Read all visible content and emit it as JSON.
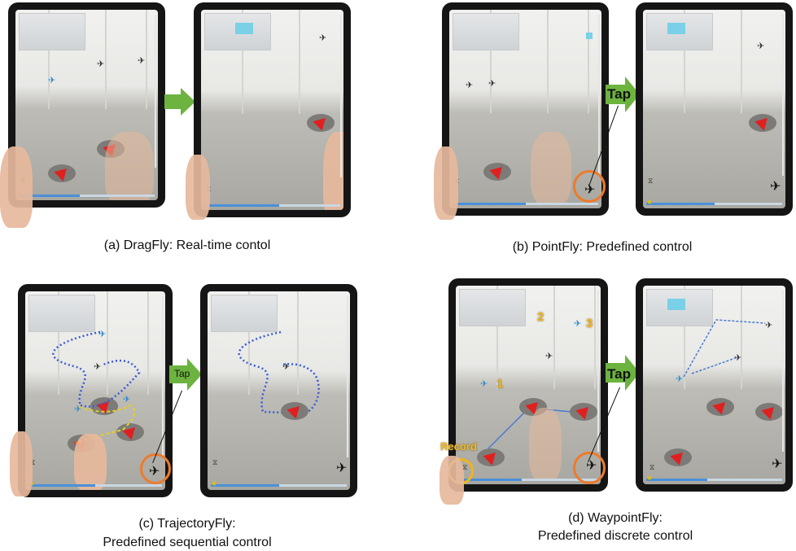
{
  "panels": {
    "a": {
      "caption": "(a) DragFly: Real-time contol"
    },
    "b": {
      "caption": "(b) PointFly:  Predefined control",
      "arrow_label": "Tap"
    },
    "c": {
      "caption_line1": "(c) TrajectoryFly:",
      "caption_line2": "Predefined sequential control",
      "arrow_label": "Tap"
    },
    "d": {
      "caption_line1": "(d) WaypointFly:",
      "caption_line2": "Predefined discrete control",
      "arrow_label": "Tap",
      "record_label": "Record",
      "waypoint_numbers": [
        "1",
        "2",
        "3"
      ]
    }
  },
  "colors": {
    "arrow_green": "#6cb33f",
    "ring_orange": "#ee7a2a",
    "ring_yellow": "#f2b418",
    "path_blue": "#3b5bd6",
    "pad_red": "#e02020"
  },
  "icons": {
    "takeoff": "drone-icon",
    "mode": "airplane-icon",
    "star": "star-icon"
  }
}
